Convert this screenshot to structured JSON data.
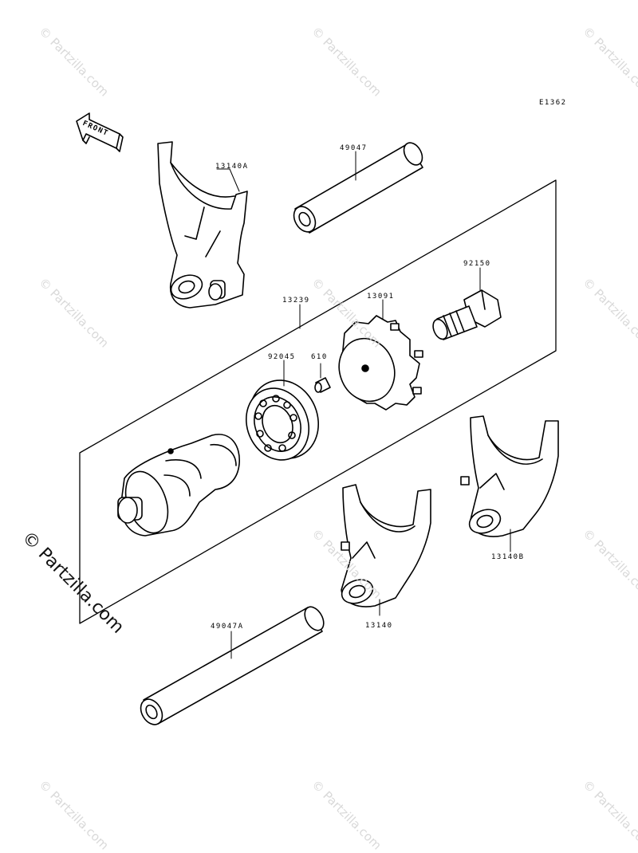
{
  "diagram": {
    "code": "E1362",
    "front_label": "FRONT",
    "parts": [
      {
        "id": "shift-fork-a",
        "number": "13140A"
      },
      {
        "id": "shaft-49047",
        "number": "49047"
      },
      {
        "id": "bolt-92150",
        "number": "92150"
      },
      {
        "id": "drum-assy",
        "number": "13239"
      },
      {
        "id": "holder-13091",
        "number": "13091"
      },
      {
        "id": "bearing-92045",
        "number": "92045"
      },
      {
        "id": "pin-610",
        "number": "610"
      },
      {
        "id": "shift-fork",
        "number": "13140"
      },
      {
        "id": "shift-fork-b",
        "number": "13140B"
      },
      {
        "id": "shaft-49047a",
        "number": "49047A"
      }
    ]
  },
  "watermark": {
    "text": "© Partzilla.com",
    "prominent_text": "© Partzilla.com"
  }
}
